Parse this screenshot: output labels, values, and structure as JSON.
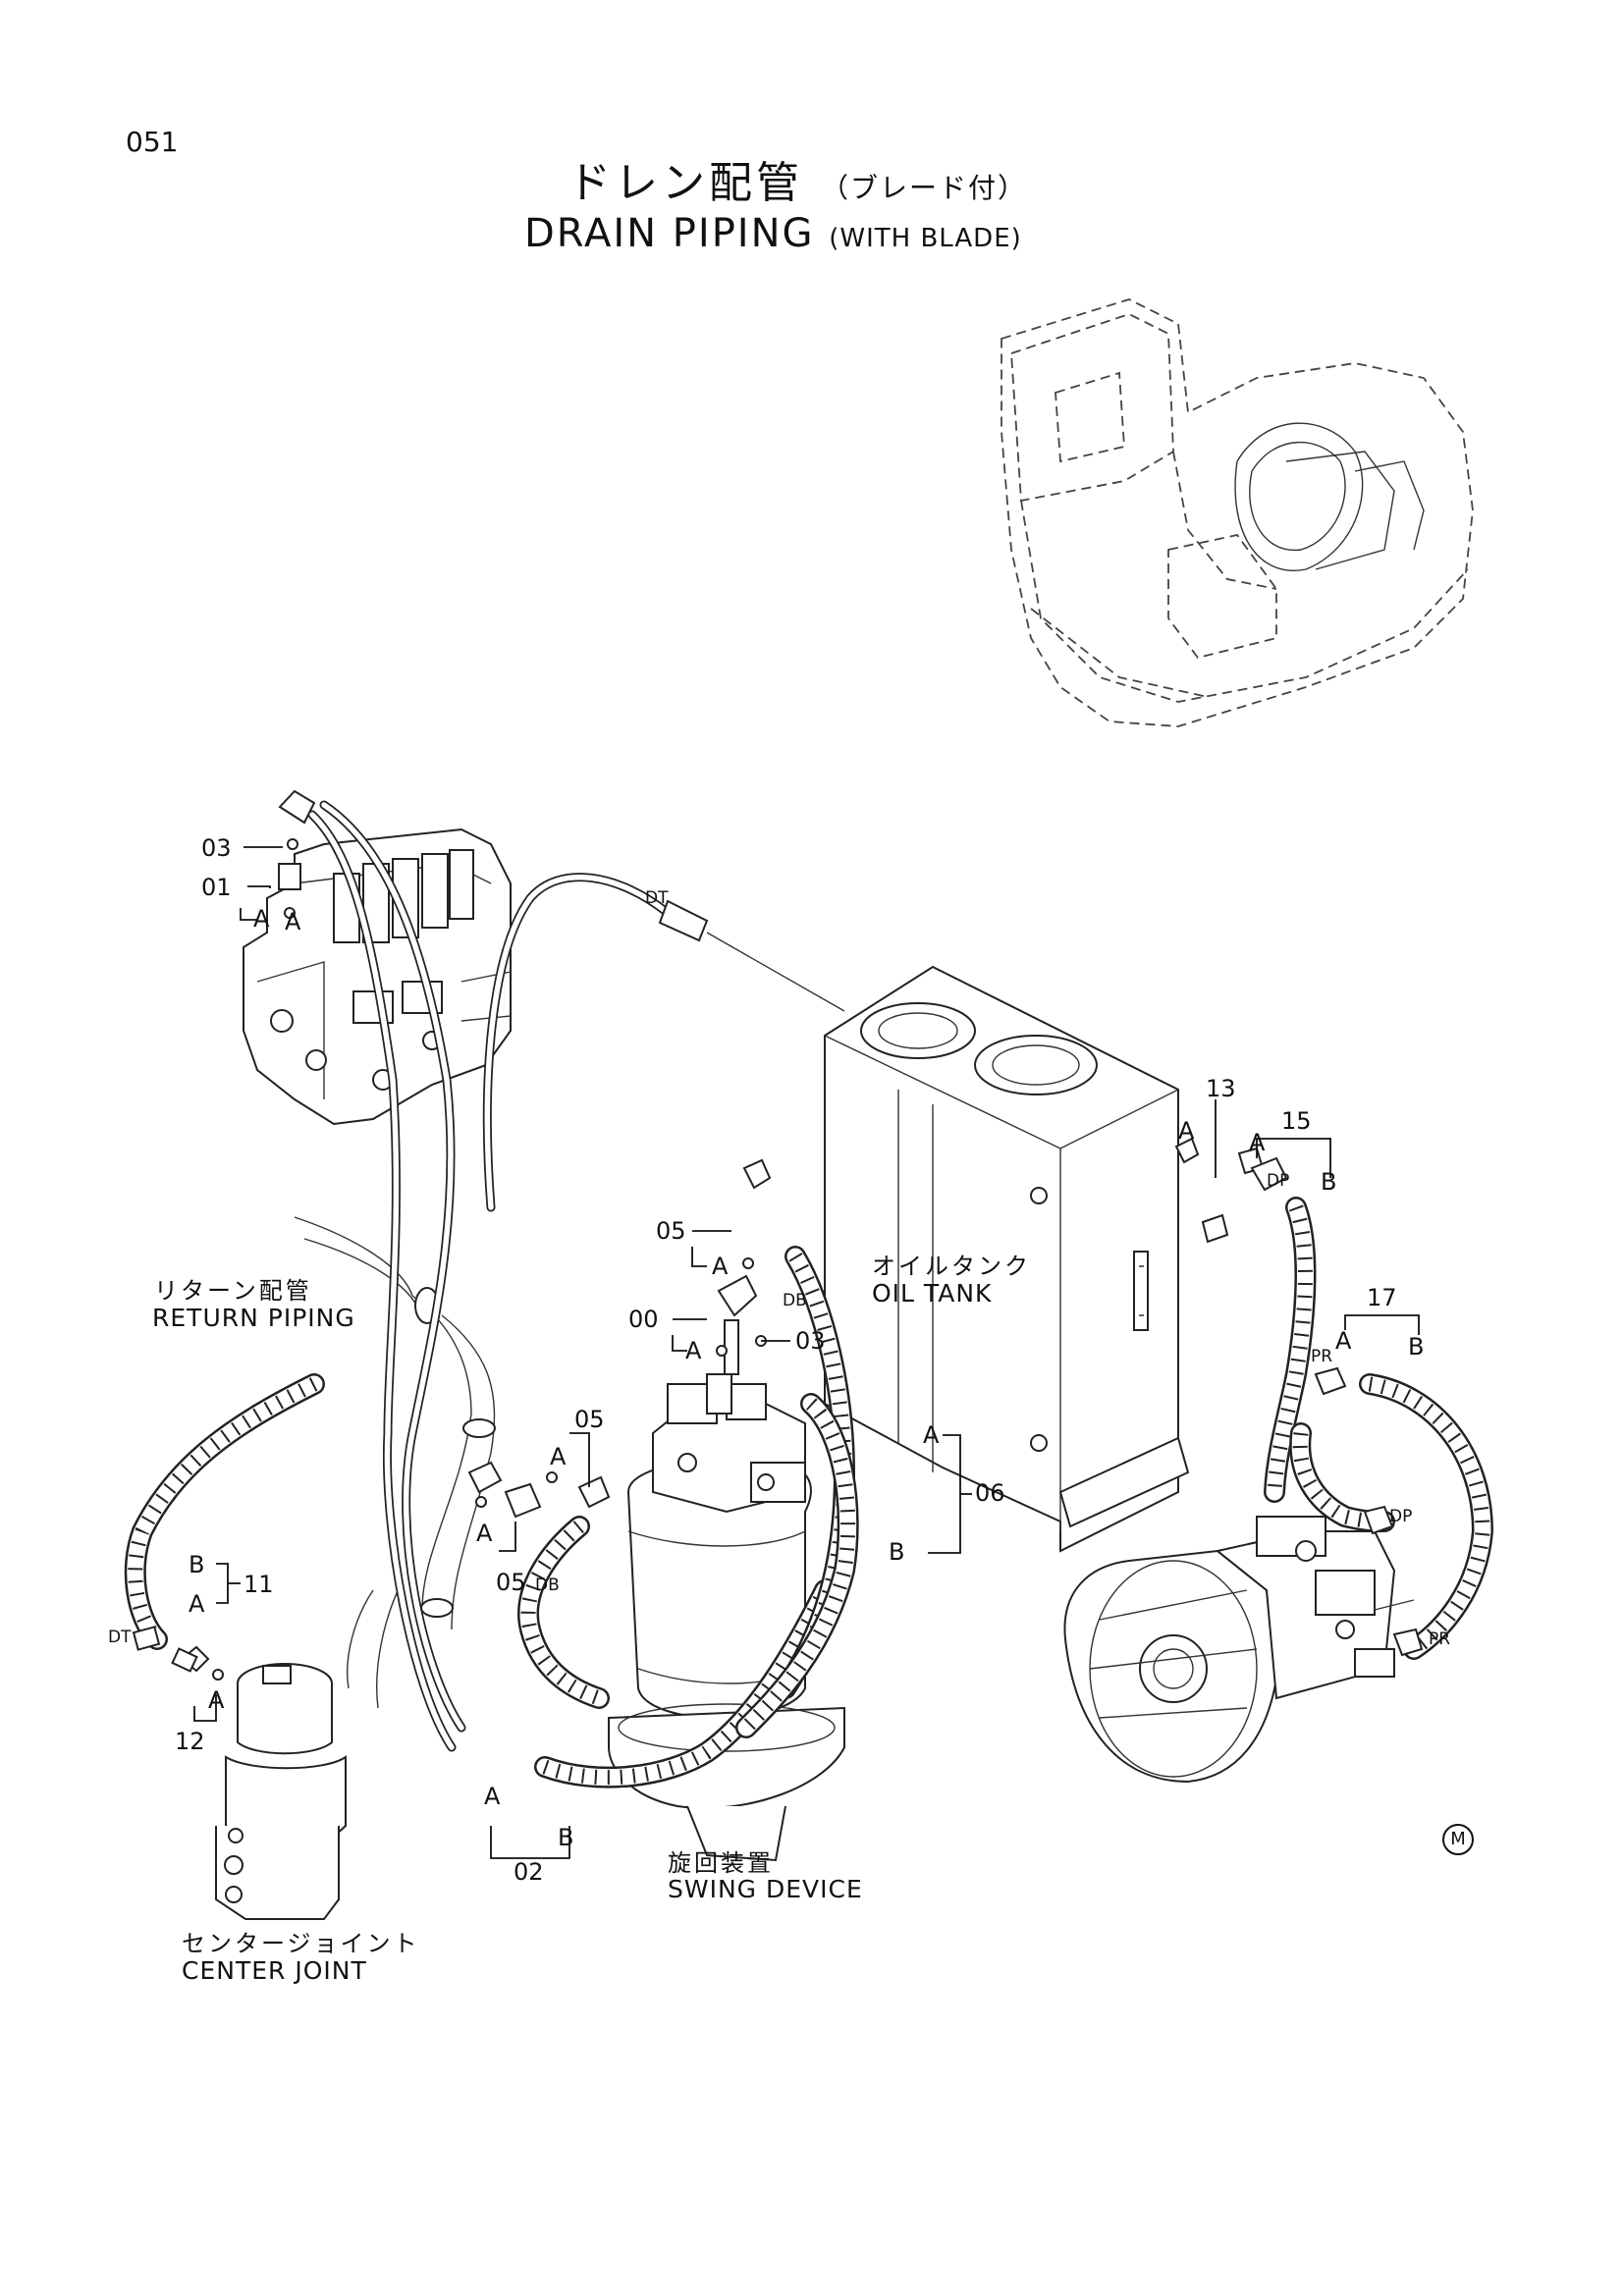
{
  "page_number": "051",
  "title": {
    "jp": "ドレン配管",
    "jp_sub": "（ブレード付）",
    "en": "DRAIN PIPING",
    "en_sub": "(WITH BLADE)"
  },
  "components": {
    "return_piping": {
      "jp": "リターン配管",
      "en": "RETURN PIPING"
    },
    "oil_tank": {
      "jp": "オイルタンク",
      "en": "OIL TANK"
    },
    "swing_device": {
      "jp": "旋回装置",
      "en": "SWING DEVICE"
    },
    "center_joint": {
      "jp": "センタージョイント",
      "en": "CENTER JOINT"
    }
  },
  "callouts": {
    "p00": "00",
    "p01": "01",
    "p02": "02",
    "p03a": "03",
    "p03b": "03",
    "p05a": "05",
    "p05b": "05",
    "p05c": "05",
    "p06": "06",
    "p11": "11",
    "p12": "12",
    "p13": "13",
    "p15": "15",
    "p17": "17"
  },
  "ends": {
    "a1": "A",
    "a2": "A",
    "a3": "A",
    "a4": "A",
    "a5": "A",
    "a6": "A",
    "a7": "A",
    "a8": "A",
    "a9": "A",
    "a10": "A",
    "a11": "A",
    "a12": "A",
    "a13": "A",
    "b1": "B",
    "b2": "B",
    "b3": "B",
    "b4": "B",
    "b5": "B"
  },
  "ports": {
    "dt1": "DT",
    "dt2": "DT",
    "db1": "DB",
    "db2": "DB",
    "dp1": "DP",
    "dp2": "DP",
    "pr1": "PR",
    "pr2": "PR"
  },
  "mark": "M"
}
